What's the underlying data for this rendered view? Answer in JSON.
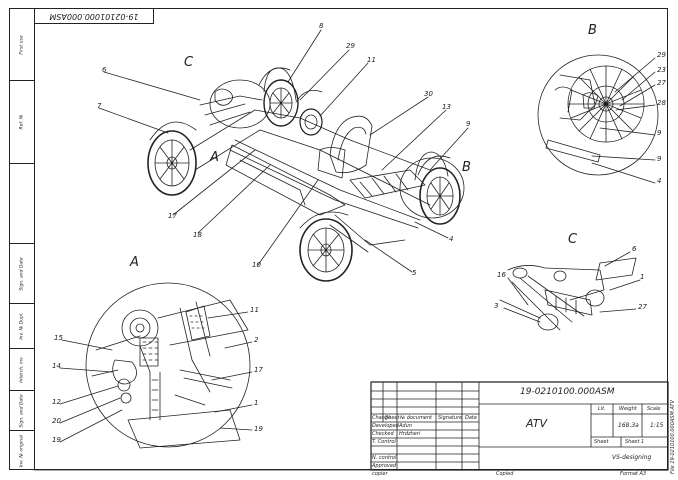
{
  "top_stamp": "19-02101000.000ASM",
  "sidebar": {
    "first_use": "First use",
    "ref_no": "Ref. №",
    "sign_date_1": "Sign. and Date",
    "inv_dupl": "Inv. № Dupl.",
    "interch_inv": "Interch. inv",
    "sign_date_2": "Sign. and Date",
    "inv_original": "Inv. № original"
  },
  "views": {
    "A_main": "A",
    "B_main": "B",
    "C_main": "C",
    "A_detail": "A",
    "B_detail": "B",
    "C_detail": "C"
  },
  "callouts_main": [
    "8",
    "29",
    "11",
    "6",
    "7",
    "30",
    "13",
    "9",
    "17",
    "18",
    "10",
    "5",
    "4"
  ],
  "callouts_B": [
    "29",
    "23",
    "27",
    "28",
    "9",
    "9",
    "4"
  ],
  "callouts_C": [
    "6",
    "1",
    "16",
    "3",
    "27"
  ],
  "callouts_A": [
    "11",
    "2",
    "17",
    "1",
    "15",
    "14",
    "12",
    "20",
    "19",
    "19"
  ],
  "title_block": {
    "designation": "19-0210100.000ASM",
    "name": "ATV",
    "company": "VS-designing",
    "header": {
      "change": "Change",
      "sheet": "Sheet",
      "doc_no": "№ document",
      "signature": "Signature",
      "date": "Date"
    },
    "roles": {
      "developed": "Developed",
      "checked": "Checked",
      "t_control": "T. Control",
      "n_control": "N. control",
      "approved": "Approved"
    },
    "names": {
      "developed": "Adun",
      "checked": "Hrdzheri"
    },
    "lit_label": "Lit.",
    "weight_label": "Weight",
    "scale_label": "Scale",
    "weight": "168.3a",
    "scale": "1:15",
    "sheet_label": "Sheet",
    "sheets_label": "Sheet 1",
    "copied": "Copied",
    "format": "Format A3",
    "footer_left": "copier",
    "vertical_note": "File 19-0210100.000ASM.ATV"
  }
}
